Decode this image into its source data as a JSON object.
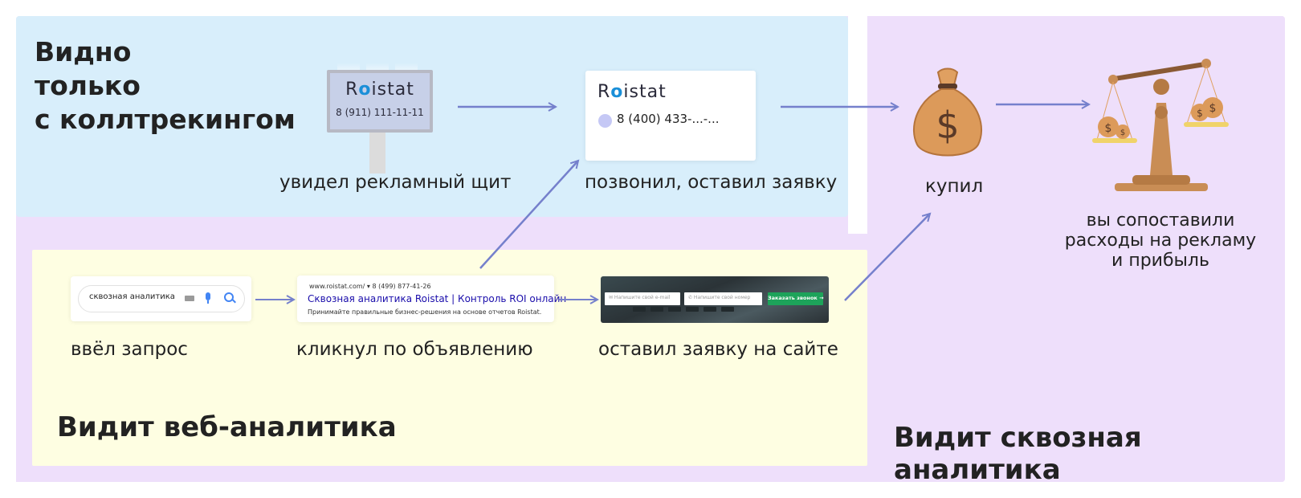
{
  "zones": {
    "callTracking": {
      "title": "Видно\nтолько\nс коллтрекингом"
    },
    "webAnalytics": {
      "title": "Видит веб-аналитика"
    },
    "endToEnd": {
      "title": "Видит сквозная аналитика"
    }
  },
  "steps": {
    "billboard": {
      "caption": "увидел рекламный щит",
      "logo_pre": "R",
      "logo_dot": "o",
      "logo_post": "istat",
      "phone": "8 (911) 111-11-11"
    },
    "call": {
      "caption": "позвонил, оставил заявку",
      "logo_pre": "R",
      "logo_dot": "o",
      "logo_post": "istat",
      "phone": "8 (400) 433-...-..."
    },
    "search": {
      "caption": "ввёл запрос",
      "query": "сквозная аналитика"
    },
    "ad": {
      "caption": "кликнул по объявлению",
      "url": "www.roistat.com/ ▾  8 (499) 877-41-26",
      "title": "Сквозная аналитика Roistat | Контроль ROI онлайн",
      "description": "Принимайте правильные бизнес-решения на основе отчетов Roistat."
    },
    "site": {
      "caption": "оставил заявку на сайте",
      "email_placeholder": "✉ Напишите свой e-mail",
      "phone_placeholder": "✆ Напишите свой номер",
      "button": "Заказать звонок →"
    },
    "purchase": {
      "caption": "купил",
      "symbol": "$"
    },
    "compare": {
      "caption": "вы сопоставили\nрасходы на рекламу\nи прибыль",
      "symbol": "$"
    }
  },
  "colors": {
    "blueZone": "#d8eefb",
    "purpleZone": "#eedffb",
    "yellowZone": "#fefee2",
    "arrow": "#7580cc",
    "link": "#1a0dab"
  }
}
